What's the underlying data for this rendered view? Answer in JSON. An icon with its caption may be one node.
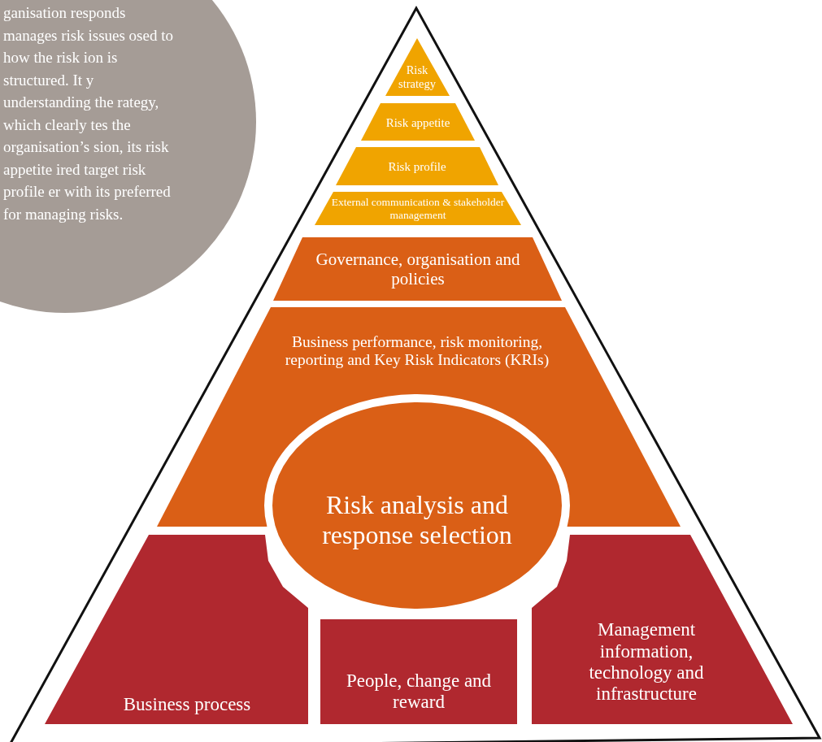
{
  "diagram": {
    "nodes": [
      {
        "text": [
          "ganisation responds manages risk issues osed to how the risk ion is structured. It y understanding the rategy, which clearly tes the organisation’s sion, its risk appetite ired target risk profile er with its preferred for managing risks."
        ]
      },
      {
        "text": [
          "Risk strategy"
        ]
      },
      {
        "text": [
          "Risk appetite"
        ]
      },
      {
        "text": [
          "Risk profile"
        ]
      },
      {
        "text": [
          "External communication & stakeholder management"
        ]
      },
      {
        "text": [
          "Governance, organisation and policies"
        ]
      },
      {
        "text": [
          "Business performance, risk monitoring, reporting and Key Risk Indicators (KRIs)"
        ]
      },
      {
        "text": [
          "Risk analysis and response selection"
        ]
      },
      {
        "text": [
          "Business process"
        ]
      },
      {
        "text": [
          "People, change and reward"
        ]
      },
      {
        "text": [
          "Management information, technology and infrastructure"
        ]
      }
    ],
    "edges": []
  }
}
